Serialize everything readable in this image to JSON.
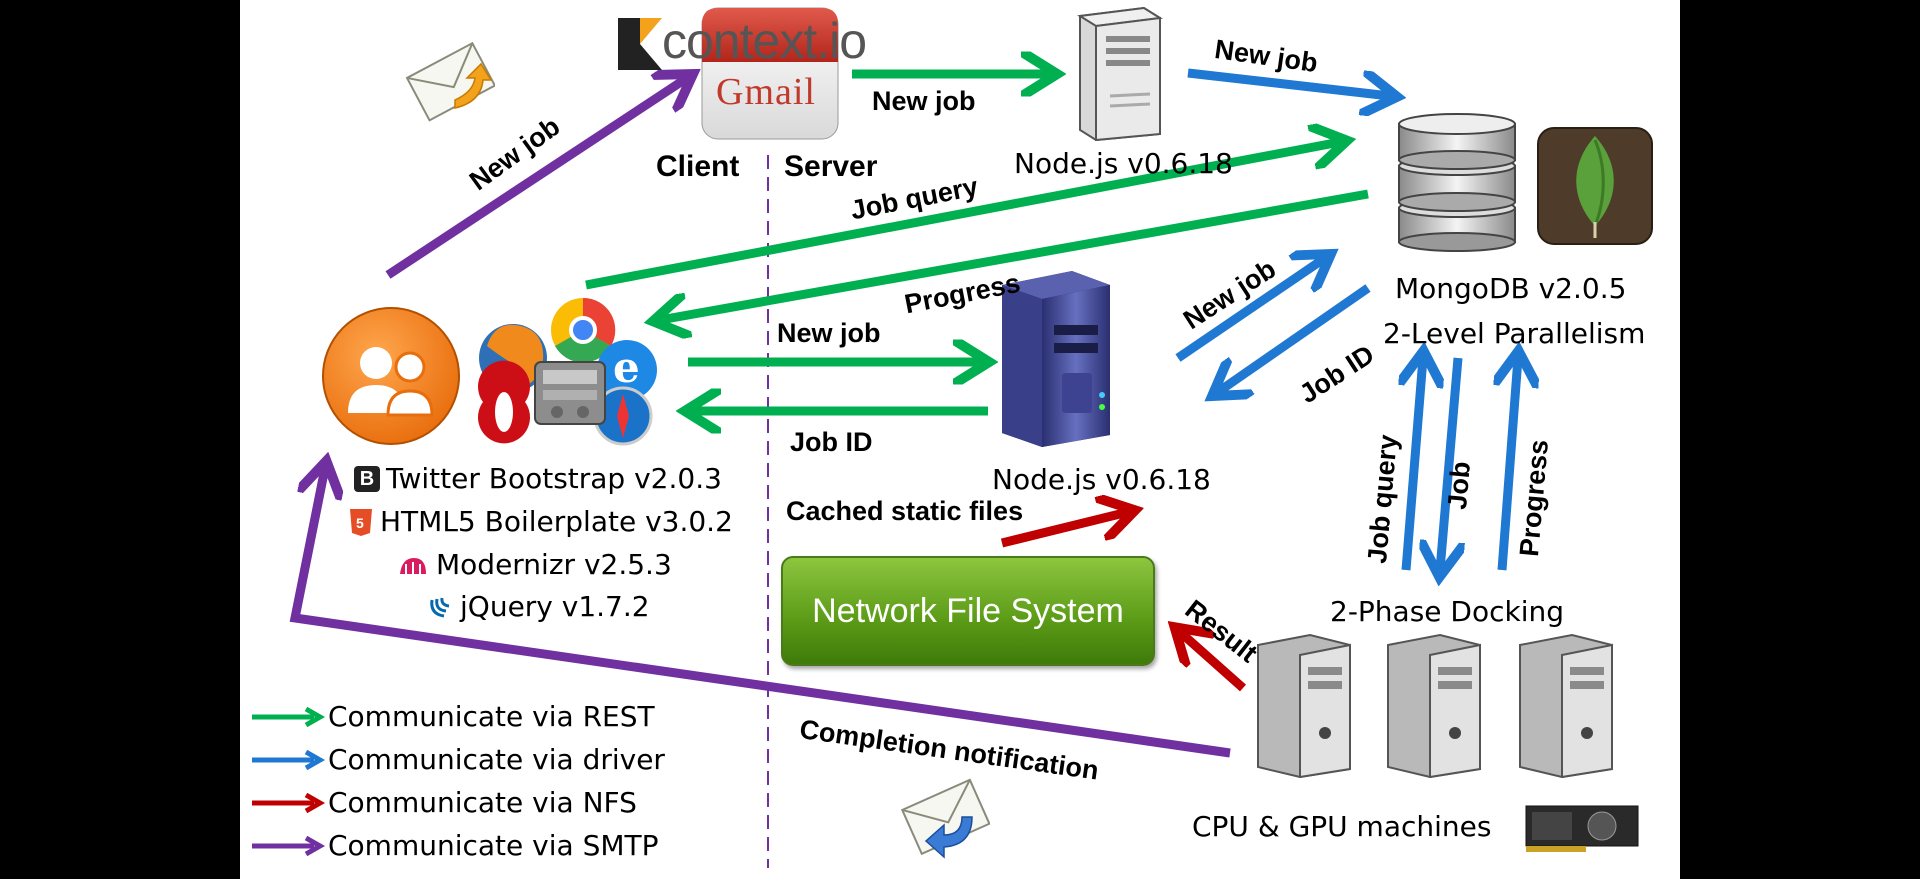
{
  "logos": {
    "context_io": "context.io",
    "gmail": "Gmail"
  },
  "labels": {
    "client": "Client",
    "server": "Server",
    "node_top": "Node.js v0.6.18",
    "node_mid": "Node.js v0.6.18",
    "mongodb": "MongoDB v2.0.5",
    "parallelism": "2-Level Parallelism",
    "docking": "2-Phase Docking",
    "machines": "CPU & GPU machines",
    "nfs": "Network File System"
  },
  "client_stack": [
    {
      "icon": "bootstrap-icon",
      "text": "Twitter Bootstrap v2.0.3"
    },
    {
      "icon": "html5-icon",
      "text": "HTML5 Boilerplate v3.0.2"
    },
    {
      "icon": "modernizr-icon",
      "text": "Modernizr v2.5.3"
    },
    {
      "icon": "jquery-icon",
      "text": "jQuery v1.7.2"
    }
  ],
  "arrow_labels": {
    "new_job_smtp": "New job",
    "new_job_ctx": "New job",
    "new_job_node_top": "New job",
    "job_query": "Job query",
    "progress": "Progress",
    "new_job_rest": "New job",
    "job_id_rest": "Job ID",
    "new_job_driver": "New job",
    "job_id_driver": "Job ID",
    "cached_static": "Cached static files",
    "job_query_v": "Job query",
    "job_v": "Job",
    "progress_v": "Progress",
    "result": "Result",
    "completion": "Completion notification"
  },
  "legend": [
    {
      "color": "#00b050",
      "text": "Communicate via REST"
    },
    {
      "color": "#1f78d1",
      "text": "Communicate via driver"
    },
    {
      "color": "#c00000",
      "text": "Communicate via NFS"
    },
    {
      "color": "#7030a0",
      "text": "Communicate via SMTP"
    }
  ],
  "colors": {
    "rest": "#00b050",
    "driver": "#1f78d1",
    "nfs": "#c00000",
    "smtp": "#7030a0",
    "divider": "#7030a0"
  }
}
